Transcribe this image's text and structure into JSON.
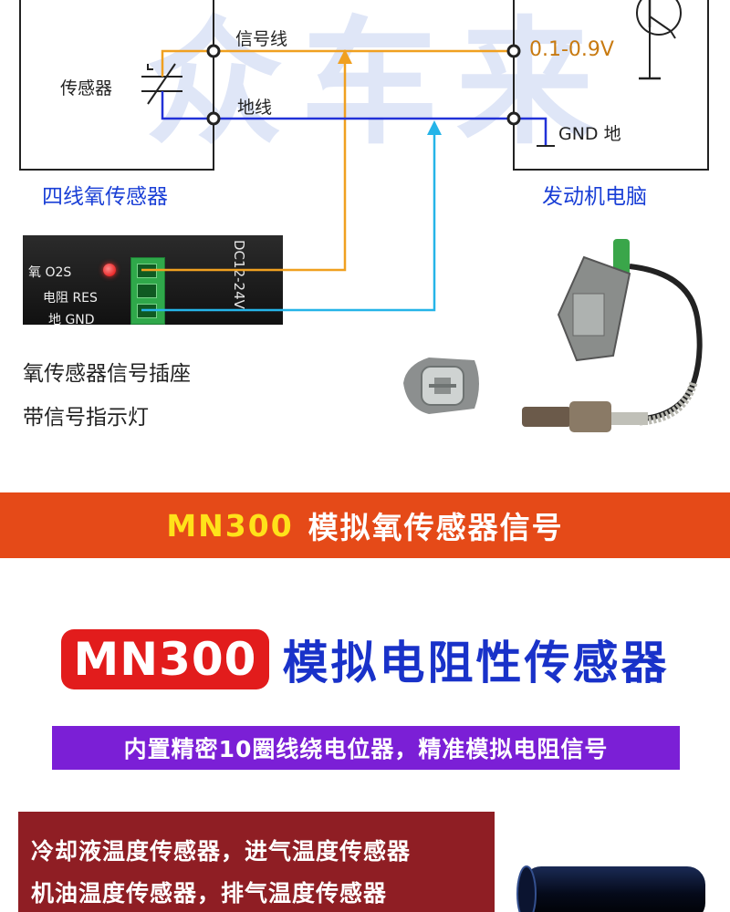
{
  "diagram": {
    "left_box_title": "四线氧传感器",
    "right_box_title": "发动机电脑",
    "sensor_label": "传感器",
    "signal_wire_label": "信号线",
    "ground_wire_label": "地线",
    "voltage_label": "0.1-0.9V",
    "gnd_label": "GND 地",
    "colors": {
      "signal_wire": "#f0a020",
      "ground_wire": "#2232d8",
      "arrow": "#25b4e8",
      "caption_blue": "#1a3fd6"
    }
  },
  "module": {
    "o2s_label": "氧 O2S",
    "res_label": "电阻 RES",
    "gnd_label": "地 GND",
    "power_label": "DC12-24V"
  },
  "caption": {
    "line1": "氧传感器信号插座",
    "line2": "带信号指示灯"
  },
  "banner1": {
    "model": "MN300",
    "text": "模拟氧传感器信号",
    "bg": "#e54a18"
  },
  "banner2": {
    "model": "MN300",
    "text": "模拟电阻性传感器"
  },
  "feature": "内置精密10圈线绕电位器，精准模拟电阻信号",
  "sensors": {
    "line1": "冷却液温度传感器，进气温度传感器",
    "line2": "机油温度传感器，排气温度传感器"
  }
}
